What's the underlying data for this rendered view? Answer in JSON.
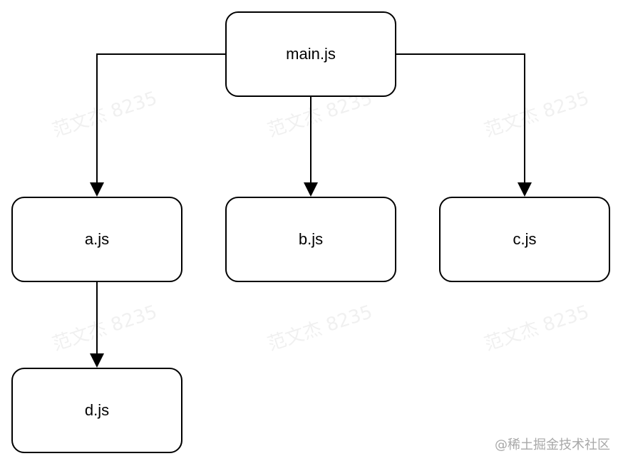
{
  "diagram": {
    "nodes": {
      "main": "main.js",
      "a": "a.js",
      "b": "b.js",
      "c": "c.js",
      "d": "d.js"
    },
    "edges": [
      [
        "main.js",
        "a.js"
      ],
      [
        "main.js",
        "b.js"
      ],
      [
        "main.js",
        "c.js"
      ],
      [
        "a.js",
        "d.js"
      ]
    ]
  },
  "watermarks": {
    "tile_text": "范文杰 8235",
    "footer": "@稀土掘金技术社区"
  }
}
